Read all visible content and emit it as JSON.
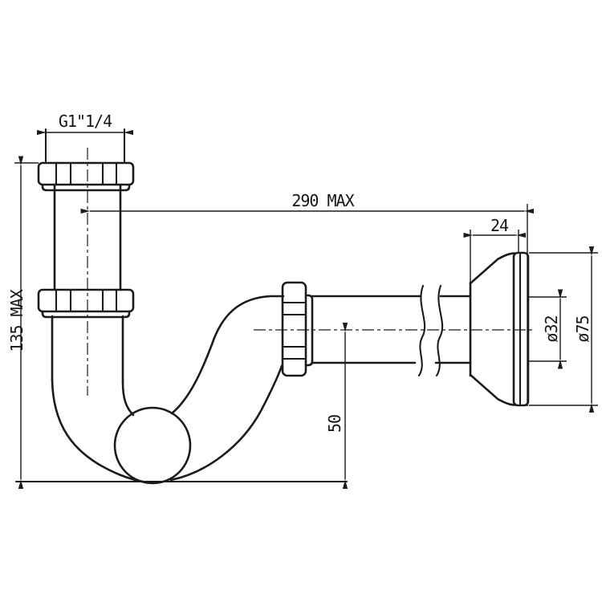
{
  "drawing": {
    "labels": {
      "thread": "G1\"1/4",
      "overall_width": "290 MAX",
      "rosette_depth": "24",
      "overall_height": "135 MAX",
      "outlet_centre_height": "50",
      "pipe_diameter": "ø32",
      "rosette_diameter": "ø75"
    },
    "colors": {
      "line": "#1b1b1b",
      "background": "#ffffff"
    }
  }
}
